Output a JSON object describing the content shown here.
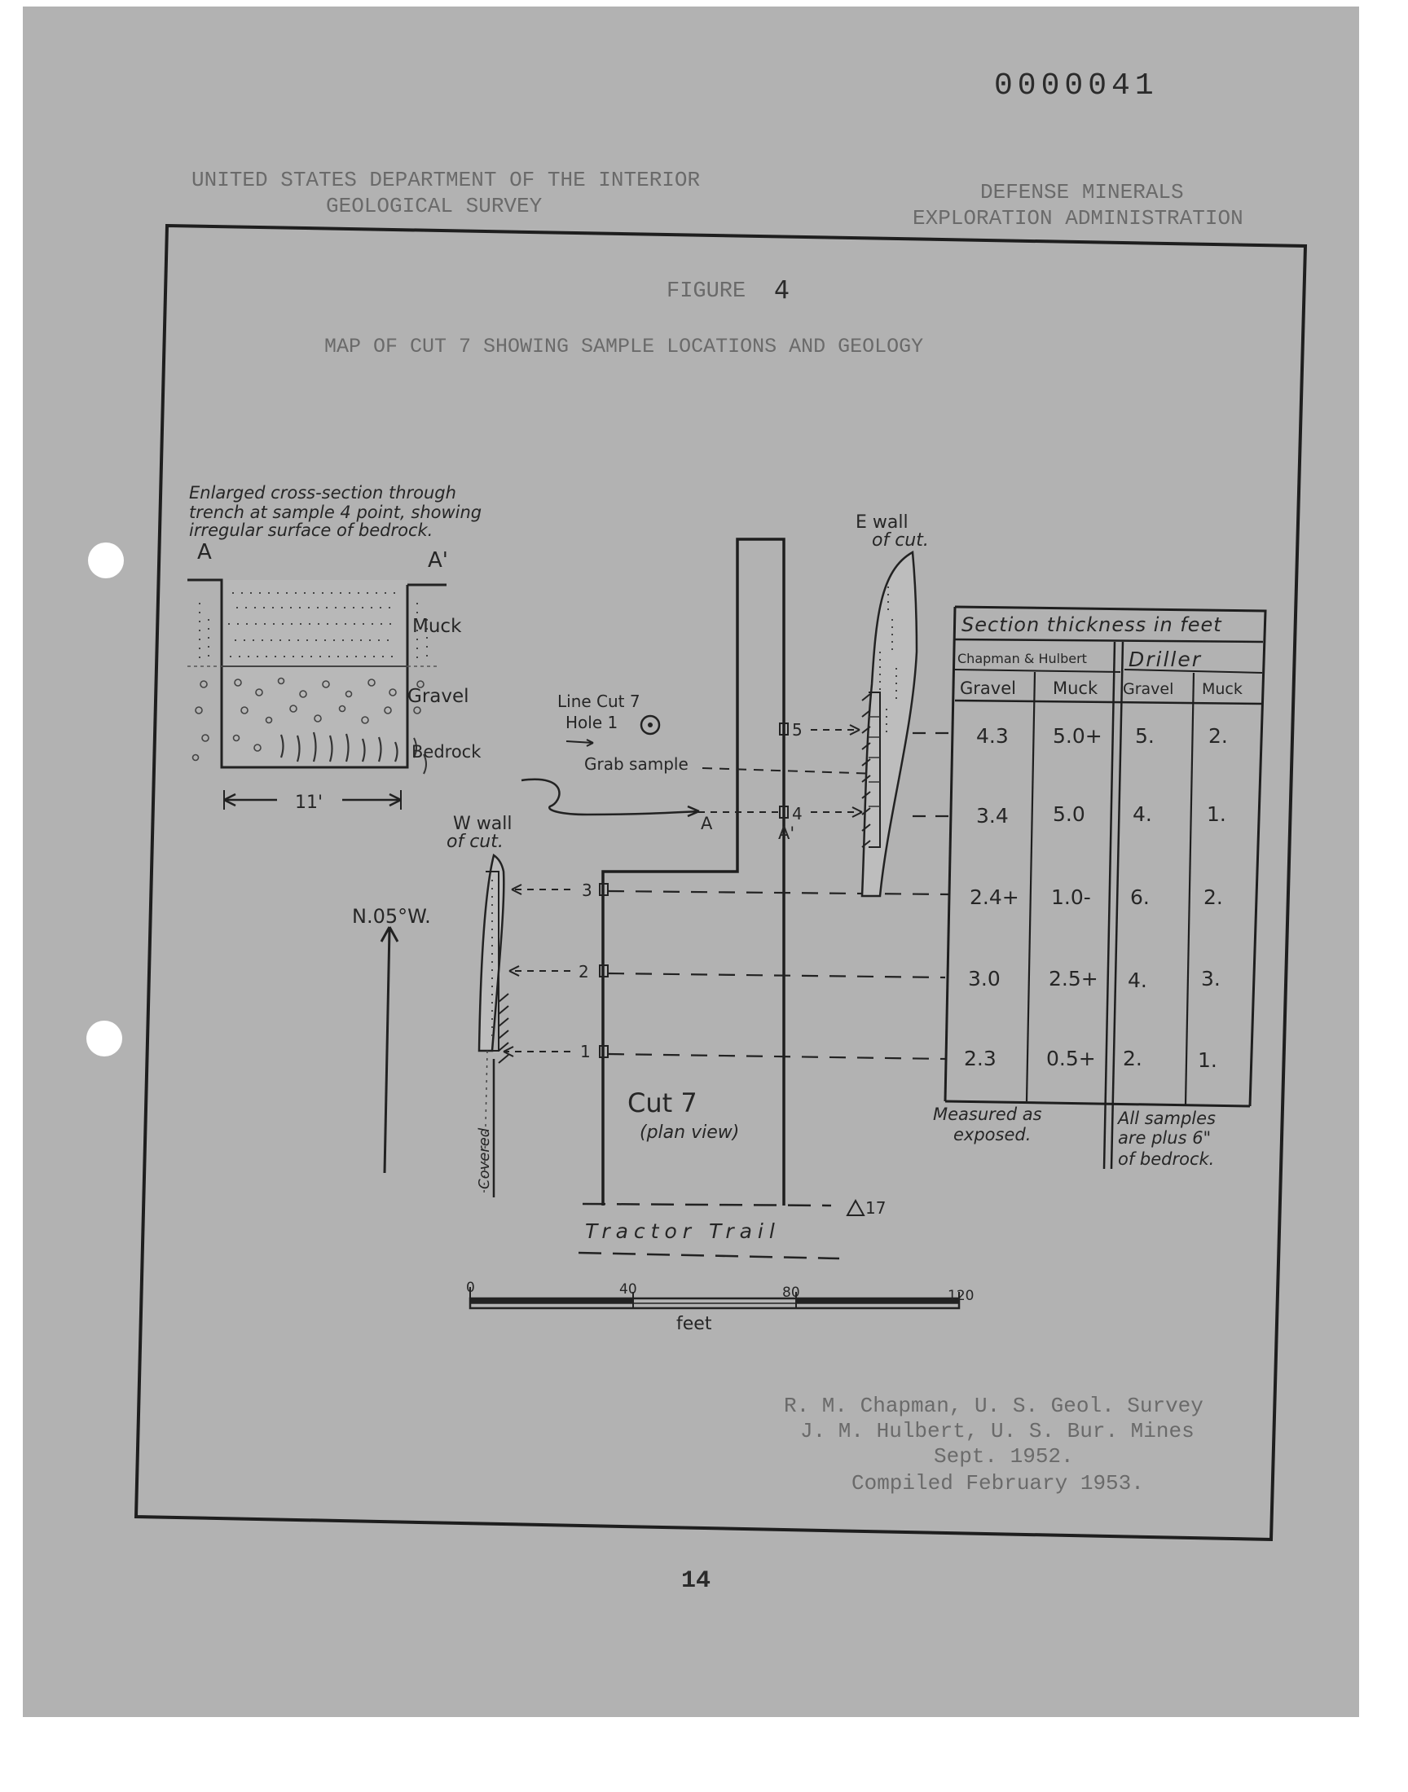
{
  "doc_number": "0000041",
  "header": {
    "left_line1": "UNITED STATES DEPARTMENT OF THE INTERIOR",
    "left_line2": "GEOLOGICAL SURVEY",
    "right_line1": "DEFENSE MINERALS",
    "right_line2": "EXPLORATION ADMINISTRATION"
  },
  "figure": {
    "label": "FIGURE",
    "number": "4",
    "caption": "MAP OF CUT 7 SHOWING SAMPLE LOCATIONS AND GEOLOGY"
  },
  "cross_section": {
    "note_line1": "Enlarged cross-section through",
    "note_line2": "trench at sample 4 point, showing",
    "note_line3": "irregular surface of bedrock.",
    "label_a": "A",
    "label_a_prime": "A'",
    "muck": "Muck",
    "gravel": "Gravel",
    "bedrock": "Bedrock",
    "width": "11'"
  },
  "map": {
    "e_wall_line1": "E wall",
    "e_wall_line2": "of cut.",
    "w_wall_line1": "W wall",
    "w_wall_line2": "of cut.",
    "line_cut_line1": "Line Cut 7",
    "line_cut_line2": "Hole 1",
    "grab_sample": "Grab sample",
    "north": "N.05°W.",
    "cut_name": "Cut 7",
    "cut_view": "(plan view)",
    "covered": "Covered",
    "tractor_trail": "Tractor Trail",
    "station": "17",
    "a": "A",
    "a_prime": "A'",
    "samples": [
      "5",
      "4",
      "3",
      "2",
      "1"
    ]
  },
  "table": {
    "title": "Section thickness in feet",
    "group1": "Chapman & Hulbert",
    "group2": "Driller",
    "col_gravel": "Gravel",
    "col_muck": "Muck",
    "rows": [
      {
        "ch_gravel": "4.3",
        "ch_muck": "5.0+",
        "dr_gravel": "5.",
        "dr_muck": "2."
      },
      {
        "ch_gravel": "3.4",
        "ch_muck": "5.0",
        "dr_gravel": "4.",
        "dr_muck": "1."
      },
      {
        "ch_gravel": "2.4+",
        "ch_muck": "1.0-",
        "dr_gravel": "6.",
        "dr_muck": "2."
      },
      {
        "ch_gravel": "3.0",
        "ch_muck": "2.5+",
        "dr_gravel": "4.",
        "dr_muck": "3."
      },
      {
        "ch_gravel": "2.3",
        "ch_muck": "0.5+",
        "dr_gravel": "2.",
        "dr_muck": "1."
      }
    ],
    "note_left_line1": "Measured as",
    "note_left_line2": "exposed.",
    "note_right_line1": "All samples",
    "note_right_line2": "are plus 6\"",
    "note_right_line3": "of bedrock."
  },
  "scale": {
    "ticks": [
      "0",
      "40",
      "80",
      "120"
    ],
    "unit": "feet"
  },
  "credits": {
    "line1": "R. M. Chapman, U. S. Geol. Survey",
    "line2": "J. M. Hulbert, U. S. Bur. Mines",
    "line3": "Sept. 1952.",
    "line4": "Compiled February 1953."
  },
  "page_number": "14"
}
